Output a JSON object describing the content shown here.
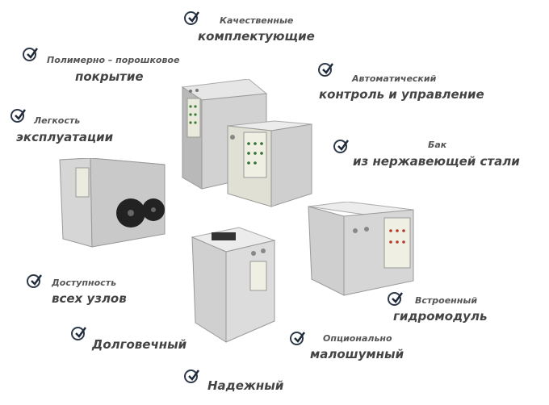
{
  "features": {
    "f1": {
      "line1": "Качественные",
      "line2": "комплектующие"
    },
    "f2": {
      "line1": "Полимерно – порошковое",
      "line2": "покрытие"
    },
    "f3": {
      "line1": "Автоматический",
      "line2": "контроль и управление"
    },
    "f4": {
      "line1": "Легкость",
      "line2": "эксплуатации"
    },
    "f5": {
      "line1": "Бак",
      "line2": "из нержавеющей стали"
    },
    "f6": {
      "line1": "Доступность",
      "line2": "всех узлов"
    },
    "f7": {
      "line1": "Встроенный",
      "line2": "гидромодуль"
    },
    "f8": {
      "line1": "Долговечный"
    },
    "f9": {
      "line1": "Опционально",
      "line2": "малошумный"
    },
    "f10": {
      "line1": "Надежный"
    }
  },
  "colors": {
    "check_border": "#2f3a4a",
    "text": "#4a4a4a",
    "machine_body": "#cfcfcf",
    "panel": "#e8e8dc"
  }
}
